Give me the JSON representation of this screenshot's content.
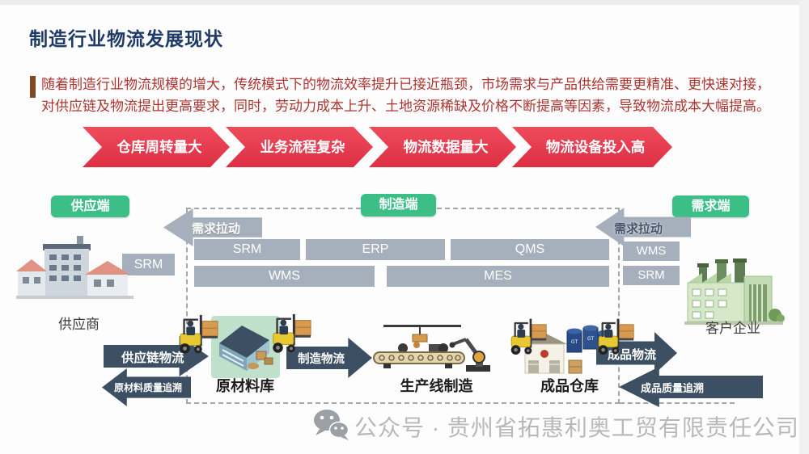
{
  "header": {
    "title": "制造行业物流发展现状",
    "paragraph": {
      "line1": "随着制造行业物流规模的增大，传统模式下的物流效率提升已接近瓶颈，市场需求与产品供给需要更精准、更快速对接，",
      "line2": "对供应链及物流提出更高要求，同时，劳动力成本上升、土地资源稀缺及价格不断提高等因素，导致物流成本大幅提高。"
    }
  },
  "banners": [
    {
      "label": "仓库周转量大"
    },
    {
      "label": "业务流程复杂"
    },
    {
      "label": "物流数据量大"
    },
    {
      "label": "物流设备投入高"
    }
  ],
  "diagram": {
    "section_tags": {
      "supply": "供应端",
      "manufacture": "制造端",
      "demand": "需求端"
    },
    "pull_arrows": {
      "left": "需求拉动",
      "right": "需求拉动"
    },
    "systems": {
      "supplier_srm": "SRM",
      "row1": [
        "SRM",
        "ERP",
        "QMS"
      ],
      "row2": [
        "WMS",
        "MES"
      ],
      "demand_wms": "WMS",
      "demand_srm": "SRM"
    },
    "entities": {
      "supplier": "供应商",
      "raw_material_warehouse": "原材料库",
      "production_line": "生产线制造",
      "finished_goods_warehouse": "成品仓库",
      "customer": "客户企业"
    },
    "flows": {
      "supply_chain": "供应链物流",
      "manufacturing": "制造物流",
      "finished_goods": "成品物流",
      "raw_material_trace": "原材料质量追溯",
      "finished_goods_trace": "成品质量追溯"
    }
  },
  "watermark": {
    "source": "公众号 · 贵州省拓惠利奥工贸有限责任公司"
  },
  "colors": {
    "title_navy": "#1e3a66",
    "body_red": "#ad3430",
    "banner_red": "#e8404f",
    "tag_green": "#3cbf86",
    "system_gray": "#a6afbc",
    "flow_dark": "#3c4f63",
    "watermark_gray": "#b8b8b8"
  }
}
